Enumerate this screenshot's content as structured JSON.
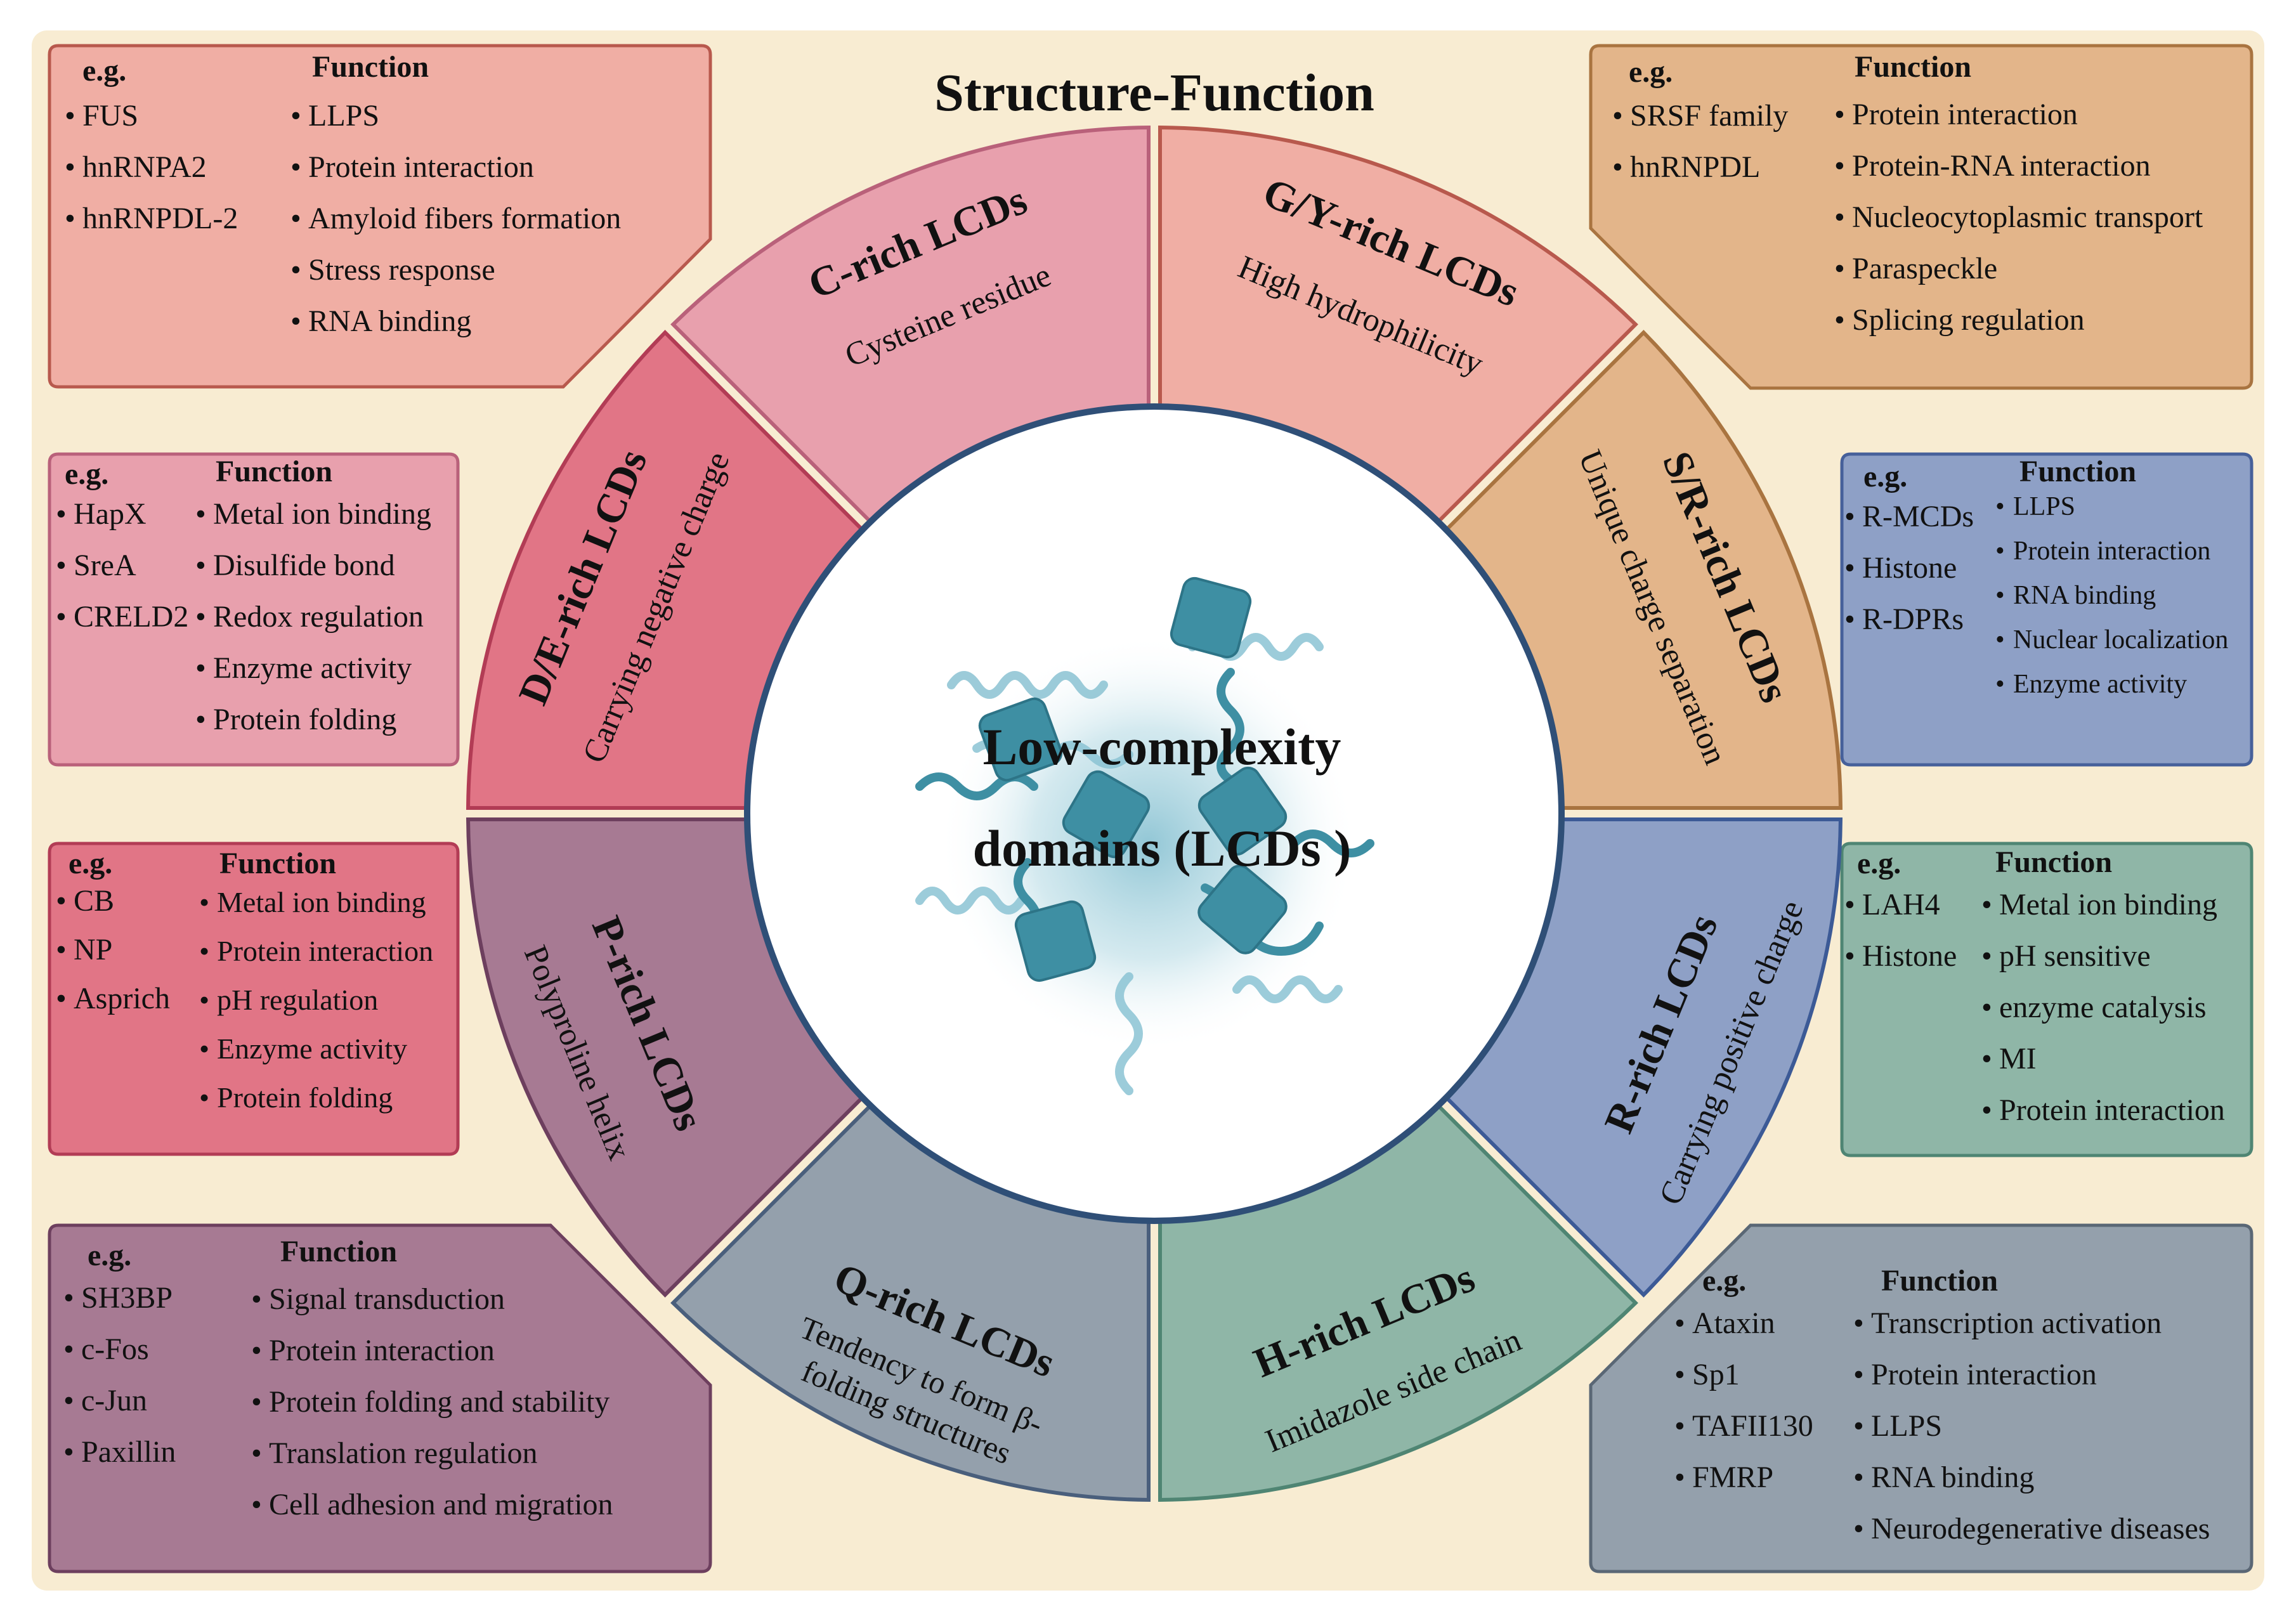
{
  "title": "Structure-Function",
  "center_label": [
    "Low-complexity",
    "domains (LCDs )"
  ],
  "labels": {
    "eg": "e.g.",
    "function": "Function"
  },
  "colors": {
    "background": "#f8ecd2",
    "gy": "#f0aea4",
    "sr": "#e3b58a",
    "r": "#8ea0c6",
    "h": "#8fb6a7",
    "q": "#94a0ac",
    "p": "#a77a93",
    "de": "#e17586",
    "c": "#e8a0ad",
    "pointer": "#3e8fa3"
  },
  "sectors": [
    {
      "id": "gy",
      "name": "G/Y-rich LCDs",
      "property": "High hydrophilicity"
    },
    {
      "id": "sr",
      "name": "S/R-rich LCDs",
      "property": "Unique charge separation"
    },
    {
      "id": "r",
      "name": "R-rich LCDs",
      "property": "Carrying positive charge"
    },
    {
      "id": "h",
      "name": "H-rich LCDs",
      "property": "Imidazole side chain"
    },
    {
      "id": "q",
      "name": "Q-rich LCDs",
      "property": [
        "Tendency to form β-",
        "folding structures"
      ]
    },
    {
      "id": "p",
      "name": "P-rich LCDs",
      "property": "Polyproline helix"
    },
    {
      "id": "de",
      "name": "D/E-rich LCDs",
      "property": "Carrying negative charge"
    },
    {
      "id": "c",
      "name": "C-rich LCDs",
      "property": "Cysteine residue"
    }
  ],
  "boxes": {
    "gy": {
      "examples": [
        "FUS",
        "hnRNPA2",
        "hnRNPDL-2"
      ],
      "functions": [
        "LLPS",
        "Protein interaction",
        "Amyloid fibers formation",
        "Stress response",
        "RNA binding"
      ]
    },
    "sr": {
      "examples": [
        "SRSF family",
        "hnRNPDL"
      ],
      "functions": [
        "Protein interaction",
        "Protein-RNA interaction",
        "Nucleocytoplasmic transport",
        "Paraspeckle",
        "Splicing regulation"
      ]
    },
    "c": {
      "examples": [
        "HapX",
        "SreA",
        "CRELD2"
      ],
      "functions": [
        "Metal ion binding",
        "Disulfide bond",
        "Redox regulation",
        "Enzyme activity",
        "Protein folding"
      ]
    },
    "r": {
      "examples": [
        "R-MCDs",
        "Histone",
        "R-DPRs"
      ],
      "functions": [
        "LLPS",
        "Protein interaction",
        "RNA binding",
        "Nuclear localization",
        "Enzyme activity"
      ]
    },
    "de": {
      "examples": [
        "CB",
        "NP",
        "Asprich"
      ],
      "functions": [
        "Metal ion binding",
        "Protein interaction",
        "pH  regulation",
        "Enzyme activity",
        "Protein folding"
      ]
    },
    "h": {
      "examples": [
        "LAH4",
        "Histone"
      ],
      "functions": [
        "Metal ion binding",
        "pH sensitive",
        "enzyme catalysis",
        "MI",
        "Protein interaction"
      ]
    },
    "p": {
      "examples": [
        "SH3BP",
        "c-Fos",
        "c-Jun",
        "Paxillin"
      ],
      "functions": [
        "Signal transduction",
        "Protein interaction",
        "Protein folding and stability",
        "Translation regulation",
        "Cell adhesion and migration"
      ]
    },
    "q": {
      "examples": [
        "Ataxin",
        "Sp1",
        "TAFII130",
        "FMRP"
      ],
      "functions": [
        "Transcription activation",
        "Protein interaction",
        "LLPS",
        "RNA binding",
        "Neurodegenerative diseases"
      ]
    }
  }
}
